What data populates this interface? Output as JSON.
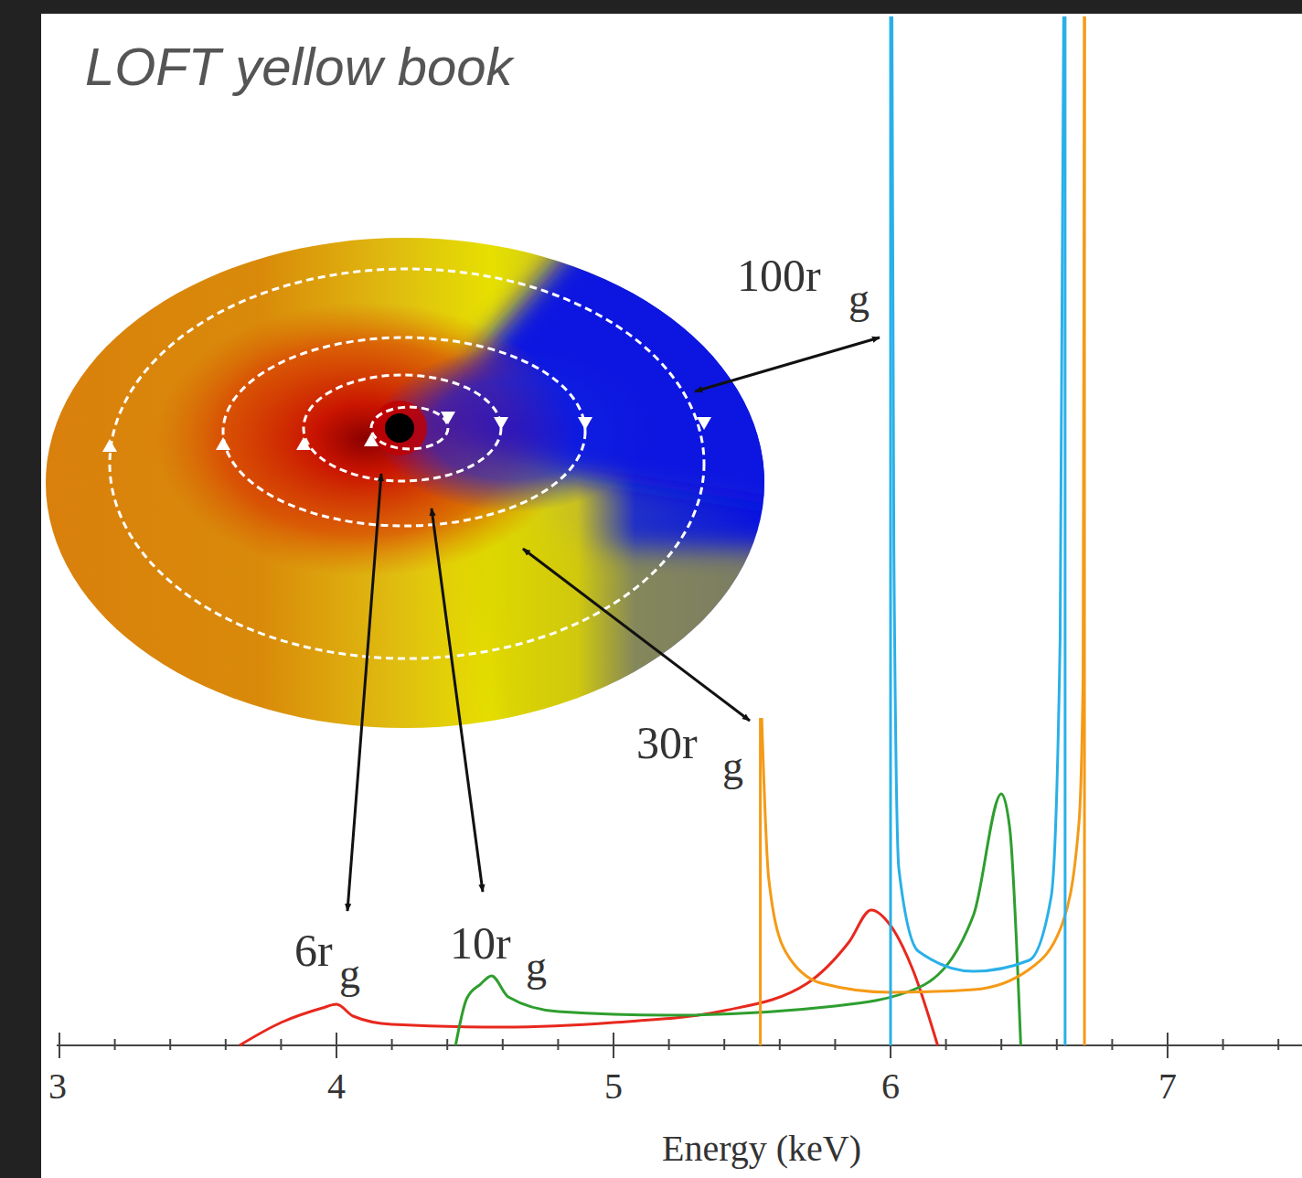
{
  "diagram": {
    "title": "LOFT yellow book",
    "labels": [
      "100r",
      "g",
      "30r",
      "g",
      "6r",
      "g",
      "10r",
      "g",
      "3",
      "4",
      "5",
      "6",
      "7",
      "Energy (keV)"
    ]
  }
}
